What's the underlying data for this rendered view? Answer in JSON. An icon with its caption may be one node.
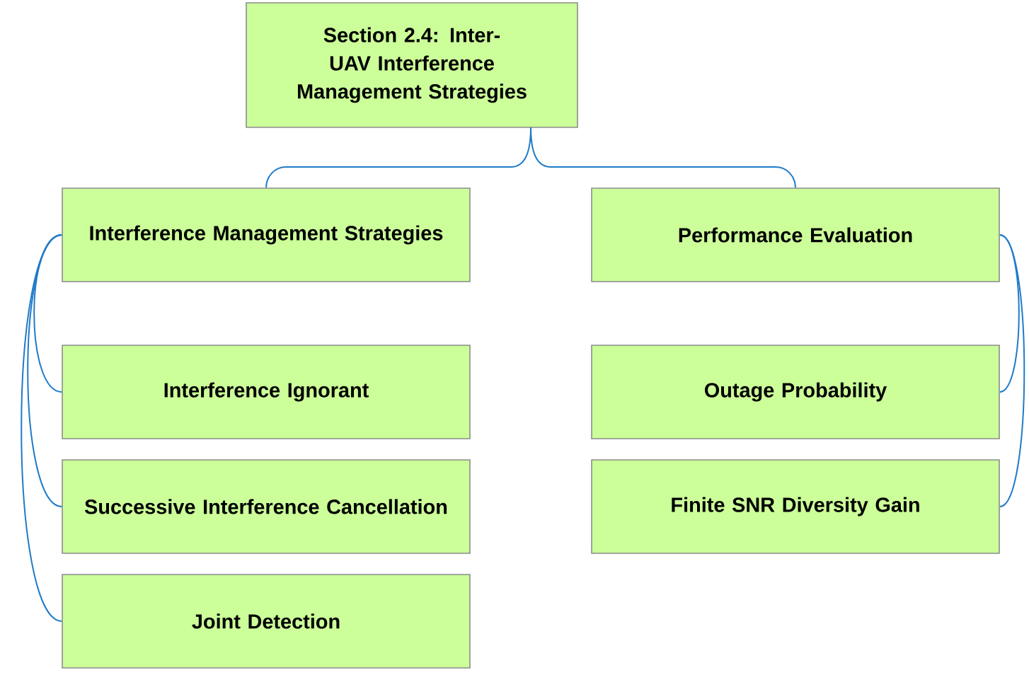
{
  "diagram": {
    "nodes": [
      {
        "text": [
          "Section 2.4: Inter-UAV Interference Management Strategies"
        ]
      },
      {
        "text": [
          "Interference Management Strategies"
        ]
      },
      {
        "text": [
          "Performance Evaluation"
        ]
      },
      {
        "text": [
          "Interference Ignorant"
        ]
      },
      {
        "text": [
          "Successive Interference Cancellation"
        ]
      },
      {
        "text": [
          "Joint Detection"
        ]
      },
      {
        "text": [
          "Outage Probability"
        ]
      },
      {
        "text": [
          "Finite SNR Diversity Gain"
        ]
      }
    ],
    "edges": [
      {
        "from": 0,
        "to": 1,
        "arrow": "none"
      },
      {
        "from": 0,
        "to": 2,
        "arrow": "none"
      },
      {
        "from": 1,
        "to": 3,
        "arrow": "none"
      },
      {
        "from": 1,
        "to": 4,
        "arrow": "none"
      },
      {
        "from": 1,
        "to": 5,
        "arrow": "none"
      },
      {
        "from": 2,
        "to": 6,
        "arrow": "none"
      },
      {
        "from": 2,
        "to": 7,
        "arrow": "none"
      }
    ]
  }
}
